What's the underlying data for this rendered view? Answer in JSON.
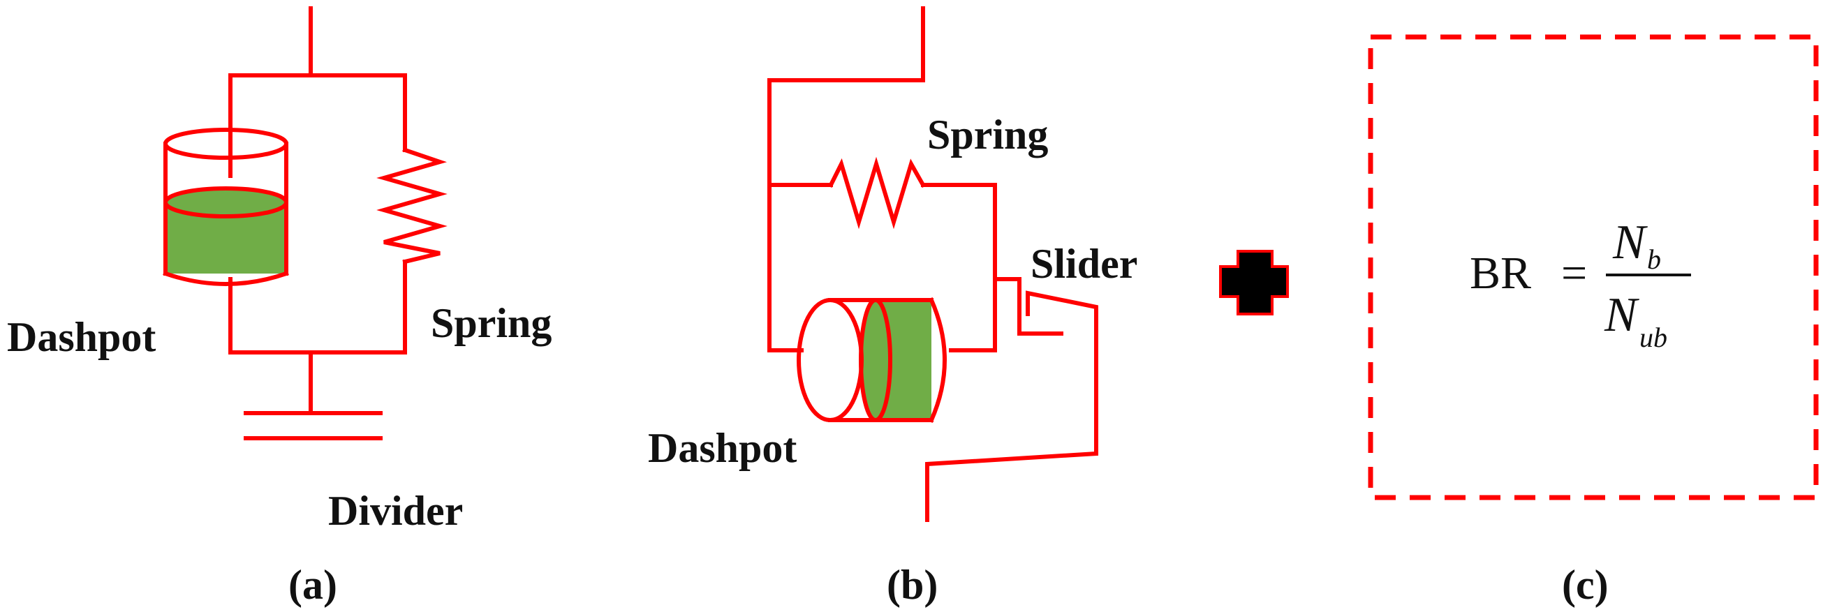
{
  "colors": {
    "wire": "#ff0000",
    "fluid": "#70ad47",
    "text": "#111111",
    "plus": "#000000"
  },
  "panel_a": {
    "dashpot_label": "Dashpot",
    "spring_label": "Spring",
    "divider_label": "Divider",
    "caption": "(a)"
  },
  "panel_b": {
    "spring_label": "Spring",
    "slider_label": "Slider",
    "dashpot_label": "Dashpot",
    "caption": "(b)"
  },
  "panel_c": {
    "lhs": "BR",
    "equals": "=",
    "numerator_main": "N",
    "numerator_sub": "b",
    "denominator_main": "N",
    "denominator_sub": "ub",
    "caption": "(c)"
  },
  "plus_icon": "plus-icon"
}
